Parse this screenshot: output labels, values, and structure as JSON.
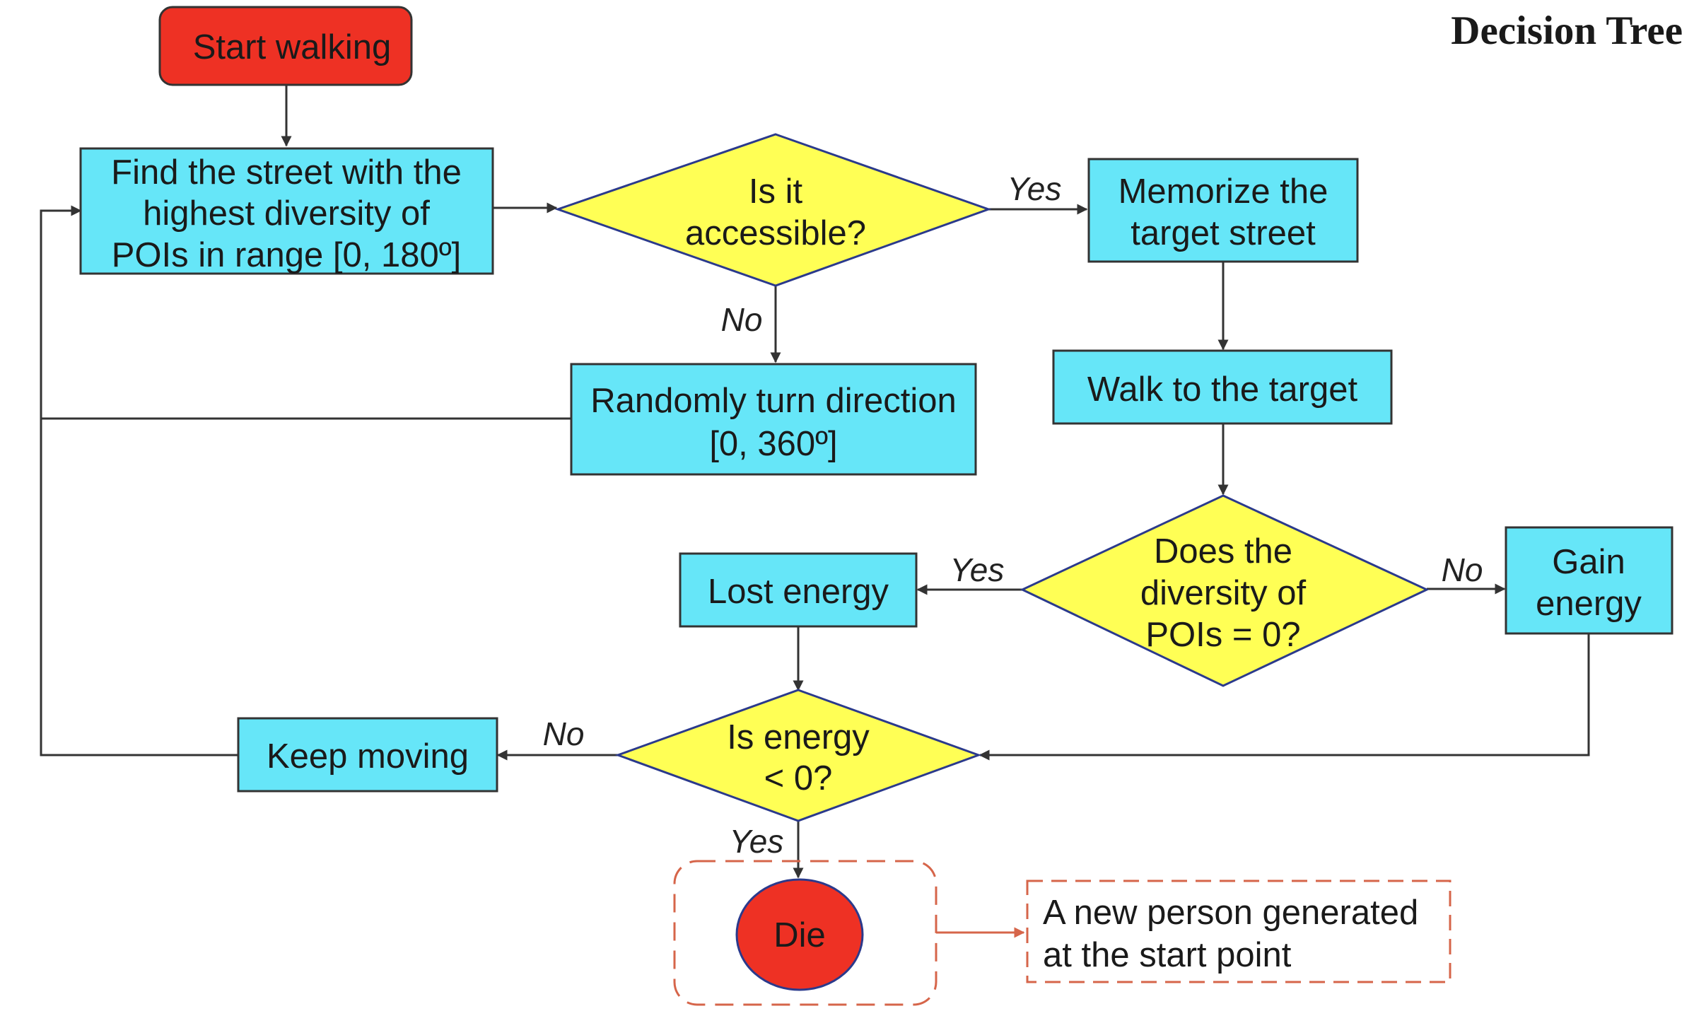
{
  "title": "Decision Tree",
  "colors": {
    "start": "#EE3124",
    "process": "#66E6F8",
    "decision": "#FFFF55",
    "die": "#EE3124",
    "dashed": "#D6654A",
    "line": "#333333"
  },
  "nodes": {
    "start": {
      "label": "Start walking"
    },
    "find_street": {
      "lines": [
        "Find the street with the",
        "highest diversity of",
        "POIs in range [0, 180º]"
      ]
    },
    "accessible": {
      "lines": [
        "Is it",
        "accessible?"
      ]
    },
    "memorize": {
      "lines": [
        "Memorize the",
        "target street"
      ]
    },
    "random_turn": {
      "lines": [
        "Randomly turn direction",
        "[0, 360º]"
      ]
    },
    "walk_target": {
      "label": "Walk to the target"
    },
    "diversity_zero": {
      "lines": [
        "Does the",
        "diversity of",
        "POIs = 0?"
      ]
    },
    "lost_energy": {
      "label": "Lost energy"
    },
    "gain_energy": {
      "lines": [
        "Gain",
        "energy"
      ]
    },
    "energy_check": {
      "lines": [
        "Is energy",
        "< 0?"
      ]
    },
    "keep_moving": {
      "label": "Keep moving"
    },
    "die": {
      "label": "Die"
    },
    "new_person": {
      "lines": [
        "A new person generated",
        "at the start point"
      ]
    }
  },
  "edges": {
    "accessible_yes": "Yes",
    "accessible_no": "No",
    "diversity_yes": "Yes",
    "diversity_no": "No",
    "energy_no": "No",
    "energy_yes": "Yes"
  }
}
